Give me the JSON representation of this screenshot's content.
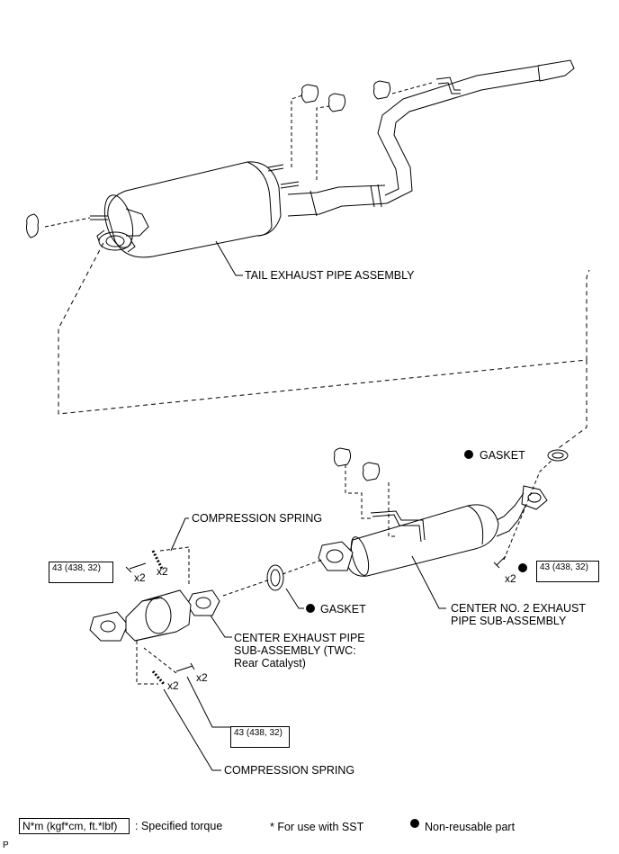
{
  "labels": {
    "tail_pipe": "TAIL EXHAUST PIPE ASSEMBLY",
    "gasket_upper": "GASKET",
    "compression_spring_upper": "COMPRESSION SPRING",
    "gasket_lower": "GASKET",
    "center_no2_pipe": "CENTER NO. 2 EXHAUST PIPE SUB-ASSEMBLY",
    "center_pipe": "CENTER EXHAUST PIPE SUB-ASSEMBLY (TWC: Rear Catalyst)",
    "compression_spring_lower": "COMPRESSION SPRING"
  },
  "torques": {
    "left": "43 (438, 32)",
    "right": "43 (438, 32)",
    "bottom": "43 (438, 32)"
  },
  "quantities": {
    "left_bolt": "x2",
    "left_spring": "x2",
    "right_bolt": "x2",
    "lower_spring": "x2",
    "lower_bolt": "x2"
  },
  "legend": {
    "torque_unit": "N*m (kgf*cm, ft.*lbf)",
    "torque_desc": ": Specified torque",
    "sst_note": "* For use with SST",
    "non_reusable": "Non-reusable part"
  },
  "corner_mark": "P"
}
